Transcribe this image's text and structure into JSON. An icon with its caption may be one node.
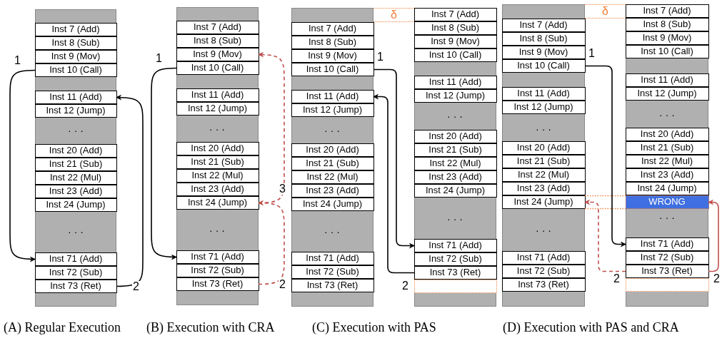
{
  "diagram": {
    "nodes": [
      {
        "text": [],
        "shape": "bar"
      },
      {
        "text": [
          "Inst 7 (Add)"
        ],
        "in": 0
      },
      {
        "text": [
          "Inst 8 (Sub)"
        ],
        "in": 0
      },
      {
        "text": [
          "Inst 9 (Mov)"
        ],
        "in": 0
      },
      {
        "text": [
          "Inst 10 (Call)"
        ],
        "in": 0
      },
      {
        "text": [
          "Inst 11 (Add)"
        ],
        "in": 0
      },
      {
        "text": [
          "Inst 12 (Jump)"
        ],
        "in": 0
      },
      {
        "text": [
          "Inst 20 (Add)"
        ],
        "in": 0
      },
      {
        "text": [
          "Inst 21 (Sub)"
        ],
        "in": 0
      },
      {
        "text": [
          "Inst 22 (Mul)"
        ],
        "in": 0
      },
      {
        "text": [
          "Inst 23 (Add)"
        ],
        "in": 0
      },
      {
        "text": [
          "Inst 24 (Jump)"
        ],
        "in": 0
      },
      {
        "text": [
          "Inst 71 (Add)"
        ],
        "in": 0
      },
      {
        "text": [
          "Inst 72 (Sub)"
        ],
        "in": 0
      },
      {
        "text": [
          "Inst 73 (Ret)"
        ],
        "in": 0
      },
      {
        "text": [],
        "shape": "bar"
      },
      {
        "text": [
          "Inst 7 (Add)"
        ],
        "in": 15
      },
      {
        "text": [
          "Inst 8 (Sub)"
        ],
        "in": 15
      },
      {
        "text": [
          "Inst 9 (Mov)"
        ],
        "in": 15
      },
      {
        "text": [
          "Inst 10 (Call)"
        ],
        "in": 15
      },
      {
        "text": [
          "Inst 11 (Add)"
        ],
        "in": 15
      },
      {
        "text": [
          "Inst 12 (Jump)"
        ],
        "in": 15
      },
      {
        "text": [
          "Inst 20 (Add)"
        ],
        "in": 15
      },
      {
        "text": [
          "Inst 21 (Sub)"
        ],
        "in": 15
      },
      {
        "text": [
          "Inst 22 (Mul)"
        ],
        "in": 15
      },
      {
        "text": [
          "Inst 23 (Add)"
        ],
        "in": 15
      },
      {
        "text": [
          "Inst 24 (Jump)"
        ],
        "in": 15
      },
      {
        "text": [
          "Inst 71 (Add)"
        ],
        "in": 15
      },
      {
        "text": [
          "Inst 72 (Sub)"
        ],
        "in": 15
      },
      {
        "text": [
          "Inst 73 (Ret)"
        ],
        "in": 15
      },
      {
        "text": [],
        "shape": "bar"
      },
      {
        "text": [
          "Inst 7 (Add)"
        ],
        "in": 30
      },
      {
        "text": [
          "Inst 8 (Sub)"
        ],
        "in": 30
      },
      {
        "text": [
          "Inst 9 (Mov)"
        ],
        "in": 30
      },
      {
        "text": [
          "Inst 10 (Call)"
        ],
        "in": 30
      },
      {
        "text": [
          "Inst 11 (Add)"
        ],
        "in": 30
      },
      {
        "text": [
          "Inst 12 (Jump)"
        ],
        "in": 30
      },
      {
        "text": [
          "Inst 20 (Add)"
        ],
        "in": 30
      },
      {
        "text": [
          "Inst 21 (Sub)"
        ],
        "in": 30
      },
      {
        "text": [
          "Inst 22 (Mul)"
        ],
        "in": 30
      },
      {
        "text": [
          "Inst 23 (Add)"
        ],
        "in": 30
      },
      {
        "text": [
          "Inst 24 (Jump)"
        ],
        "in": 30
      },
      {
        "text": [
          "Inst 71 (Add)"
        ],
        "in": 30
      },
      {
        "text": [
          "Inst 72 (Sub)"
        ],
        "in": 30
      },
      {
        "text": [
          "Inst 73 (Ret)"
        ],
        "in": 30
      },
      {
        "text": [
          "δ"
        ]
      },
      {
        "text": [],
        "shape": "bar"
      },
      {
        "text": [
          "Inst 7 (Add)"
        ],
        "in": 46
      },
      {
        "text": [
          "Inst 8 (Sub)"
        ],
        "in": 46
      },
      {
        "text": [
          "Inst 9 (Mov)"
        ],
        "in": 46
      },
      {
        "text": [
          "Inst 10 (Call)"
        ],
        "in": 46
      },
      {
        "text": [
          "Inst 11 (Add)"
        ],
        "in": 46
      },
      {
        "text": [
          "Inst 12 (Jump)"
        ],
        "in": 46
      },
      {
        "text": [
          "Inst 20 (Add)"
        ],
        "in": 46
      },
      {
        "text": [
          "Inst 21 (Sub)"
        ],
        "in": 46
      },
      {
        "text": [
          "Inst 22 (Mul)"
        ],
        "in": 46
      },
      {
        "text": [
          "Inst 23 (Add)"
        ],
        "in": 46
      },
      {
        "text": [
          "Inst 24 (Jump)"
        ],
        "in": 46
      },
      {
        "text": [
          "Inst 71 (Add)"
        ],
        "in": 46
      },
      {
        "text": [
          "Inst 72 (Sub)"
        ],
        "in": 46
      },
      {
        "text": [
          "Inst 73 (Ret)"
        ],
        "in": 46
      },
      {
        "text": [],
        "shape": "box",
        "in": 46
      },
      {
        "text": [],
        "shape": "bar"
      },
      {
        "text": [
          "Inst 7 (Add)"
        ],
        "in": 62
      },
      {
        "text": [
          "Inst 8 (Sub)"
        ],
        "in": 62
      },
      {
        "text": [
          "Inst 9 (Mov)"
        ],
        "in": 62
      },
      {
        "text": [
          "Inst 10 (Call)"
        ],
        "in": 62
      },
      {
        "text": [
          "Inst 11 (Add)"
        ],
        "in": 62
      },
      {
        "text": [
          "Inst 12 (Jump)"
        ],
        "in": 62
      },
      {
        "text": [
          "Inst 20 (Add)"
        ],
        "in": 62
      },
      {
        "text": [
          "Inst 21 (Sub)"
        ],
        "in": 62
      },
      {
        "text": [
          "Inst 22 (Mul)"
        ],
        "in": 62
      },
      {
        "text": [
          "Inst 23 (Add)"
        ],
        "in": 62
      },
      {
        "text": [
          "Inst 24 (Jump)"
        ],
        "in": 62
      },
      {
        "text": [
          "Inst 71 (Add)"
        ],
        "in": 62
      },
      {
        "text": [
          "Inst 72 (Sub)"
        ],
        "in": 62
      },
      {
        "text": [
          "Inst 73 (Ret)"
        ],
        "in": 62
      },
      {
        "text": [
          "δ"
        ]
      },
      {
        "text": [],
        "shape": "bar"
      },
      {
        "text": [
          "Inst 7 (Add)"
        ],
        "in": 78
      },
      {
        "text": [
          "Inst 8 (Sub)"
        ],
        "in": 78
      },
      {
        "text": [
          "Inst 9 (Mov)"
        ],
        "in": 78
      },
      {
        "text": [
          "Inst 10 (Call)"
        ],
        "in": 78
      },
      {
        "text": [
          "Inst 11 (Add)"
        ],
        "in": 78
      },
      {
        "text": [
          "Inst 12 (Jump)"
        ],
        "in": 78
      },
      {
        "text": [
          "Inst 20 (Add)"
        ],
        "in": 78
      },
      {
        "text": [
          "Inst 21 (Sub)"
        ],
        "in": 78
      },
      {
        "text": [
          "Inst 22 (Mul)"
        ],
        "in": 78
      },
      {
        "text": [
          "Inst 23 (Add)"
        ],
        "in": 78
      },
      {
        "text": [
          "Inst 24 (Jump)"
        ],
        "in": 78
      },
      {
        "text": [
          "WRONG"
        ],
        "in": 78
      },
      {
        "text": [
          "Inst 71 (Add)"
        ],
        "in": 78
      },
      {
        "text": [
          "Inst 72 (Sub)"
        ],
        "in": 78
      },
      {
        "text": [
          "Inst 73 (Ret)"
        ],
        "in": 78
      },
      {
        "text": [],
        "shape": "box",
        "in": 78
      }
    ],
    "edges": [
      {
        "from": 4,
        "to": 12,
        "arrow": "to",
        "label": "1"
      },
      {
        "from": 14,
        "to": 5,
        "arrow": "to",
        "label": "2"
      },
      {
        "from": 19,
        "to": 27,
        "arrow": "to",
        "label": "1"
      },
      {
        "from": 29,
        "to": 26,
        "arrow": "to",
        "label": "2",
        "style": "dashed",
        "color": "#c0504d"
      },
      {
        "from": 26,
        "to": 18,
        "arrow": "to",
        "label": "3",
        "style": "dashed",
        "color": "#c0504d"
      },
      {
        "from": 34,
        "to": 58,
        "arrow": "to",
        "label": "1"
      },
      {
        "from": 60,
        "to": 35,
        "arrow": "to",
        "label": "2"
      },
      {
        "from": 66,
        "to": 91,
        "arrow": "to",
        "label": "1"
      },
      {
        "from": 93,
        "to": 90,
        "arrow": "to",
        "label": "2",
        "color": "#c0504d"
      },
      {
        "from": 93,
        "to": 73,
        "arrow": "to",
        "label": "2",
        "style": "dashed",
        "color": "#c0504d"
      }
    ],
    "labels": [
      "· · ·",
      "· · ·",
      "· · ·",
      "· · ·",
      "· · ·",
      "· · ·",
      "· · ·",
      "· · ·",
      "· · ·",
      "· · ·",
      "· · ·",
      "· · ·",
      "(A) Regular Execution",
      "(B) Execution with CRA",
      "(C) Execution with PAS",
      "(D) Execution with PAS and CRA"
    ]
  }
}
